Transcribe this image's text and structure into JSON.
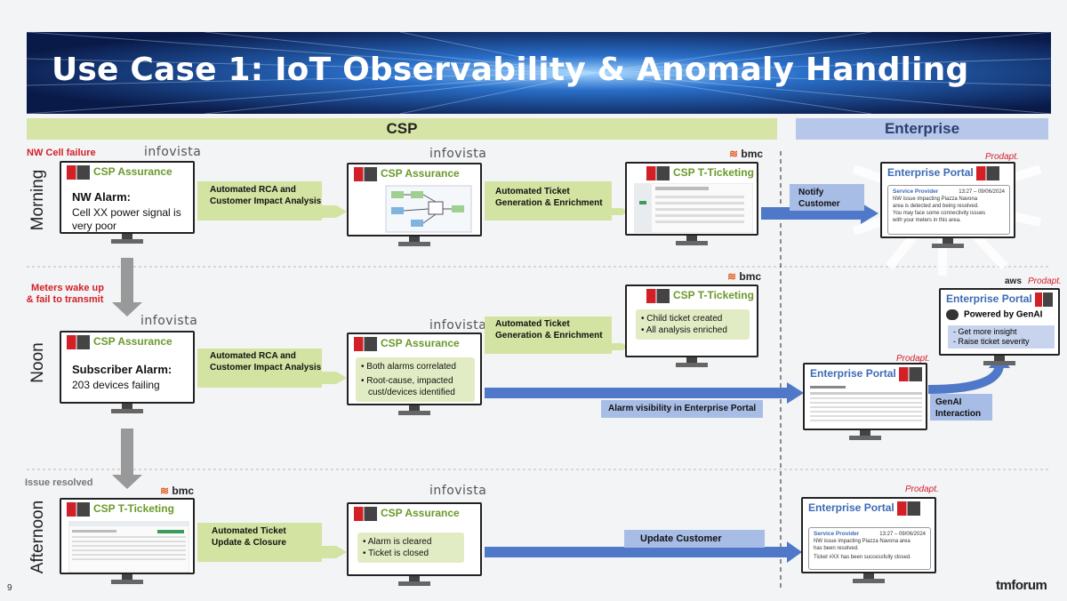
{
  "title": "Use Case 1: IoT Observability & Anomaly Handling",
  "headers": {
    "csp": "CSP",
    "enterprise": "Enterprise"
  },
  "rows": {
    "morning": "Morning",
    "noon": "Noon",
    "afternoon": "Afternoon"
  },
  "notes": {
    "nw_cell_failure": "NW Cell failure",
    "meters_wake_line1": "Meters wake up",
    "meters_wake_line2": "& fail to transmit",
    "issue_resolved": "Issue resolved"
  },
  "vendors": {
    "infovista": "infovista",
    "bmc": "bmc",
    "prodapt": "Prodapt.",
    "aws": "aws"
  },
  "monitors": {
    "m1": {
      "title": "CSP Assurance",
      "alarm_title": "NW Alarm:",
      "line1": "Cell XX power signal is",
      "line2": "very poor"
    },
    "m2": {
      "title": "CSP Assurance"
    },
    "m3": {
      "title": "CSP T-Ticketing"
    },
    "m4": {
      "title": "Enterprise Portal",
      "sp": "Service Provider",
      "ts": "13:27 – 09/06/2024",
      "l1": "NW issue impacting Piazza Navona",
      "l2": "area is detected and being resolved.",
      "l3": "You may face some connectivity issues",
      "l4": "with your meters in this area."
    },
    "n1": {
      "title": "CSP T-Ticketing",
      "b1": "Child ticket created",
      "b2": "All analysis enriched"
    },
    "n2": {
      "title": "CSP Assurance",
      "alarm_title": "Subscriber Alarm:",
      "line1": "203 devices failing"
    },
    "n3": {
      "title": "CSP Assurance",
      "b1": "Both alarms correlated",
      "b2": "Root-cause, impacted",
      "b3": "cust/devices identified"
    },
    "n4": {
      "title": "Enterprise Portal"
    },
    "n5": {
      "title": "Enterprise Portal",
      "powered": "Powered by GenAI",
      "b1": "Get more insight",
      "b2": "Raise ticket severity"
    },
    "a1": {
      "title": "CSP T-Ticketing"
    },
    "a2": {
      "title": "CSP Assurance",
      "b1": "Alarm is cleared",
      "b2": "Ticket is closed"
    },
    "a3": {
      "title": "Enterprise Portal",
      "sp": "Service Provider",
      "ts": "13:27 – 09/06/2024",
      "l1": "NW issue impacting Piazza Navona area",
      "l2": "has been resolved.",
      "l3": "Ticket #XX has been successfully closed."
    }
  },
  "arrows": {
    "rca1_l1": "Automated RCA and",
    "rca1_l2": "Customer Impact Analysis",
    "tg1_l1": "Automated Ticket",
    "tg1_l2": "Generation & Enrichment",
    "notify_l1": "Notify",
    "notify_l2": "Customer",
    "rca2_l1": "Automated RCA and",
    "rca2_l2": "Customer Impact Analysis",
    "tg2_l1": "Automated Ticket",
    "tg2_l2": "Generation & Enrichment",
    "visibility": "Alarm visibility in Enterprise Portal",
    "genai_l1": "GenAI",
    "genai_l2": "Interaction",
    "tu_l1": "Automated Ticket",
    "tu_l2": "Update & Closure",
    "update": "Update Customer"
  },
  "footer": {
    "page": "9",
    "brand": "tmforum"
  },
  "colors": {
    "green_header": "#d6e4a6",
    "blue_header": "#b7c7ea",
    "green_arrow": "#cfe09a",
    "blue_arrow": "#4f78c8",
    "red": "#d32027"
  }
}
